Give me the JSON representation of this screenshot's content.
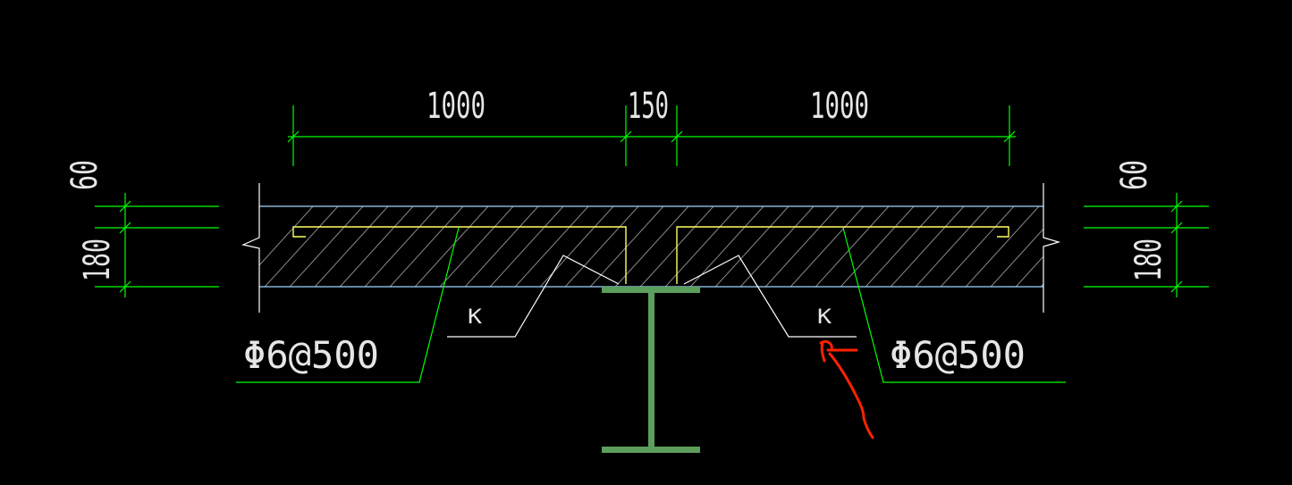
{
  "colors": {
    "background": "#000000",
    "dimension_line": "#00ff00",
    "slab_outline": "#9fd6ff",
    "rebar": "#ffff66",
    "hatch": "#8a8a8a",
    "steel_beam": "#5c9e5c",
    "leader": "#ffffff",
    "annotation_red": "#ff2200"
  },
  "dimensions": {
    "top_left_span": "1000",
    "top_mid_span": "150",
    "top_right_span": "1000",
    "left_top_thickness": "60",
    "left_total_thickness": "180",
    "right_top_thickness": "60",
    "right_total_thickness": "180"
  },
  "rebar_labels": {
    "left": "Φ6@500",
    "right": "Φ6@500"
  },
  "weld_symbols": {
    "left": "K",
    "right": "K"
  },
  "icons": [
    "red-handwritten-arrow-icon"
  ]
}
